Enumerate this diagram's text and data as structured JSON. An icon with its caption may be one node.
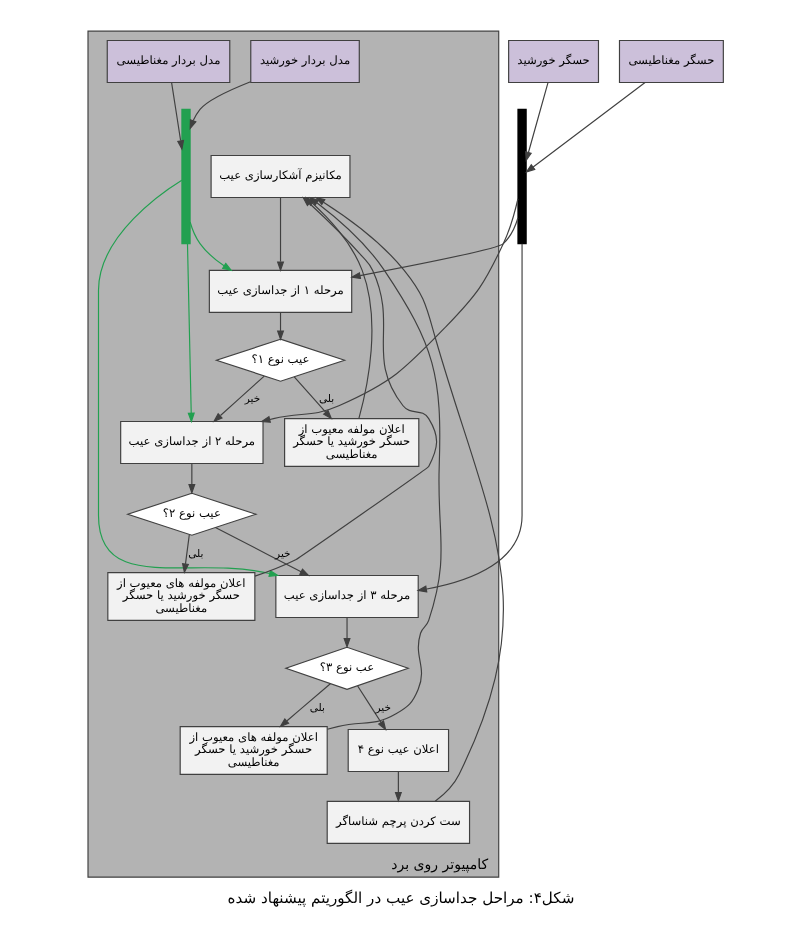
{
  "diagram": {
    "caption": "شکل۴: مراحل جداسازی عیب در الگوریتم پیشنهاد شده",
    "nodes": [
      {
        "text": [
          "حسگر خورشید"
        ]
      },
      {
        "text": [
          "حسگر مغناطیسی"
        ]
      },
      {
        "text": [],
        "shape": "bar"
      },
      {
        "text": [
          "کامپیوتر روی برد"
        ]
      },
      {
        "text": [
          "مکانیزم آشکارسازی عیب"
        ],
        "in": 3
      },
      {
        "text": [
          "مدل بردار خورشید"
        ],
        "in": 3
      },
      {
        "text": [
          "مدل بردار مغناطیسی"
        ],
        "in": 3
      },
      {
        "text": [],
        "shape": "bar",
        "in": 3
      },
      {
        "text": [
          "مرحله ۱ از جداسازی عیب"
        ],
        "in": 3
      },
      {
        "text": [
          "عیب نوع ۱؟"
        ],
        "in": 3
      },
      {
        "text": [
          "اعلان مولفه معیوب از حسگر خورشید یا حسگر مغناطیسی"
        ],
        "in": 3
      },
      {
        "text": [
          "مرحله ۲ از جداسازی عیب"
        ],
        "in": 3
      },
      {
        "text": [
          "عیب نوع ۲؟"
        ],
        "in": 3
      },
      {
        "text": [
          "اعلان مولفه های معیوب از حسگر خورشید یا حسگر مغناطیسی"
        ],
        "in": 3
      },
      {
        "text": [
          "مرحله ۳ از جداسازی عیب"
        ],
        "in": 3
      },
      {
        "text": [
          "عب نوع ۳؟"
        ],
        "in": 3
      },
      {
        "text": [
          "اعلان مولفه های معیوب از حسگر خورشید یا حسگر مغناطیسی"
        ],
        "in": 3
      },
      {
        "text": [
          "اعلان عیب نوع ۴"
        ],
        "in": 3
      },
      {
        "text": [
          "ست کردن پرچم شناساگر"
        ],
        "in": 3
      }
    ],
    "edges": [
      {
        "from": 0,
        "to": 2,
        "arrow": "to"
      },
      {
        "from": 1,
        "to": 2,
        "arrow": "to"
      },
      {
        "from": 5,
        "to": 7,
        "arrow": "to"
      },
      {
        "from": 6,
        "to": 7,
        "arrow": "to"
      },
      {
        "from": 4,
        "to": 8,
        "arrow": "to"
      },
      {
        "from": 2,
        "to": 8,
        "arrow": "to"
      },
      {
        "from": 7,
        "to": 8,
        "arrow": "to",
        "color": "#22a050"
      },
      {
        "from": 8,
        "to": 9,
        "arrow": "to"
      },
      {
        "from": 9,
        "to": 10,
        "arrow": "to",
        "label": "بلی"
      },
      {
        "from": 9,
        "to": 11,
        "arrow": "to",
        "label": "خیر"
      },
      {
        "from": 2,
        "to": 11,
        "arrow": "to"
      },
      {
        "from": 7,
        "to": 11,
        "arrow": "to",
        "color": "#22a050"
      },
      {
        "from": 11,
        "to": 12,
        "arrow": "to"
      },
      {
        "from": 12,
        "to": 13,
        "arrow": "to",
        "label": "بلی"
      },
      {
        "from": 12,
        "to": 14,
        "arrow": "to",
        "label": "خیر"
      },
      {
        "from": 2,
        "to": 14,
        "arrow": "to"
      },
      {
        "from": 7,
        "to": 14,
        "arrow": "to",
        "color": "#22a050"
      },
      {
        "from": 14,
        "to": 15,
        "arrow": "to"
      },
      {
        "from": 15,
        "to": 16,
        "arrow": "to",
        "label": "بلی"
      },
      {
        "from": 15,
        "to": 17,
        "arrow": "to",
        "label": "خیر"
      },
      {
        "from": 17,
        "to": 18,
        "arrow": "to"
      },
      {
        "from": 10,
        "to": 4,
        "arrow": "to"
      },
      {
        "from": 13,
        "to": 4,
        "arrow": "to"
      },
      {
        "from": 16,
        "to": 4,
        "arrow": "to"
      },
      {
        "from": 18,
        "to": 4,
        "arrow": "to"
      }
    ]
  }
}
